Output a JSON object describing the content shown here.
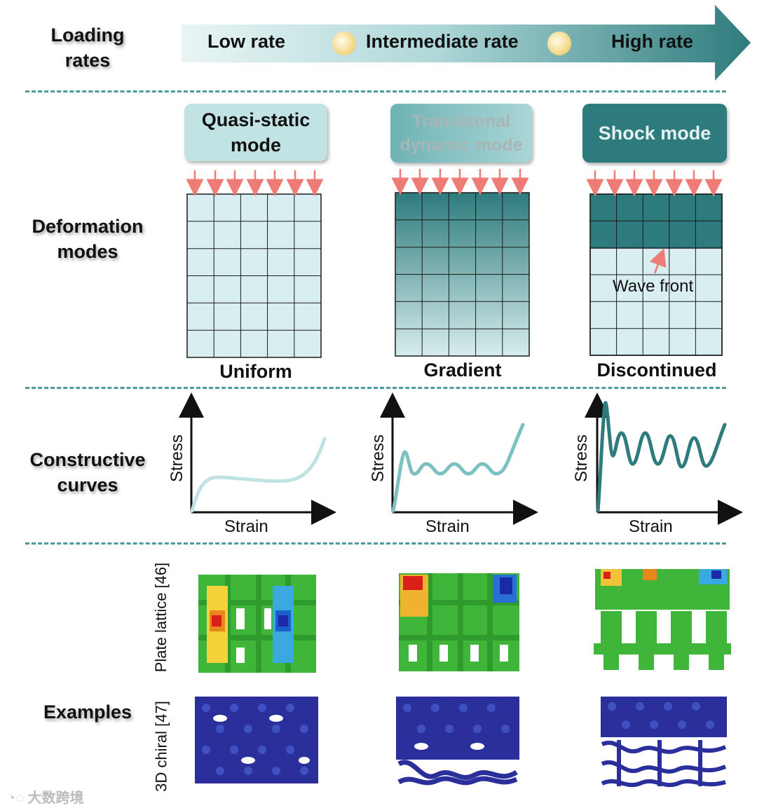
{
  "row_labels": {
    "loading": "Loading\nrates",
    "deformation": "Deformation\nmodes",
    "curves": "Constructive\ncurves",
    "examples": "Examples"
  },
  "rates": [
    "Low rate",
    "Intermediate rate",
    "High rate"
  ],
  "modes": [
    {
      "title": "Quasi-static\nmode",
      "caption": "Uniform"
    },
    {
      "title": "Transitional\ndynamic mode",
      "caption": "Gradient"
    },
    {
      "title": "Shock mode",
      "caption": "Discontinued"
    }
  ],
  "wave_front_label": "Wave front",
  "axes": {
    "x": "Strain",
    "y": "Stress"
  },
  "example_labels": {
    "plate": "Plate lattice [46]",
    "chiral": "3D chiral [47]"
  },
  "watermark": "大数跨境",
  "colors": {
    "teal_dark": "#2e7b7d",
    "teal_light": "#bfe2e3",
    "grid_light": "#d9eef0",
    "arrow_red": "#ee7b75",
    "dash": "#4f9aa0"
  }
}
